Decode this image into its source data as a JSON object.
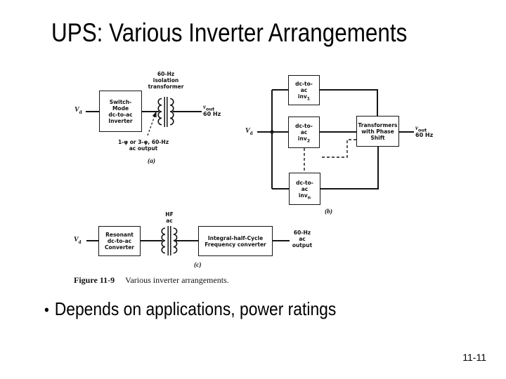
{
  "slide": {
    "title": "UPS: Various Inverter Arrangements",
    "bullet_marker": "•",
    "bullet_text": "Depends on applications, power ratings",
    "page_number": "11-11"
  },
  "figure": {
    "caption_label": "Figure 11-9",
    "caption_text": "Various inverter arrangements.",
    "part_a": {
      "input_var": "V",
      "input_sub": "d",
      "inverter_box_lines": [
        "Switch-",
        "Mode",
        "dc-to-ac",
        "Inverter"
      ],
      "transformer_label_lines": [
        "60-Hz",
        "isolation",
        "transformer"
      ],
      "output_var": "v",
      "output_sub": "out",
      "output_freq": "60 Hz",
      "annotation_line1": "1-φ or 3-φ, 60-Hz",
      "annotation_line2": "ac output",
      "part_label": "(a)"
    },
    "part_b": {
      "input_var": "V",
      "input_sub": "d",
      "inv1": {
        "l1": "dc-to-",
        "l2": "ac",
        "l3": "inv",
        "sub": "1"
      },
      "inv2": {
        "l1": "dc-to-",
        "l2": "ac",
        "l3": "inv",
        "sub": "2"
      },
      "invn": {
        "l1": "dc-to-",
        "l2": "ac",
        "l3": "inv",
        "sub": "n"
      },
      "transformer_box_lines": [
        "Transformers",
        "with Phase",
        "Shift"
      ],
      "output_var": "v",
      "output_sub": "out",
      "output_freq": "60 Hz",
      "part_label": "(b)"
    },
    "part_c": {
      "input_var": "V",
      "input_sub": "d",
      "converter_box_lines": [
        "Resonant",
        "dc-to-ac",
        "Converter"
      ],
      "transformer_label_lines": [
        "HF",
        "ac"
      ],
      "frequency_box_lines": [
        "Integral-half-Cycle",
        "Frequency converter"
      ],
      "output_lines": [
        "60-Hz",
        "ac",
        "output"
      ],
      "part_label": "(c)"
    }
  }
}
